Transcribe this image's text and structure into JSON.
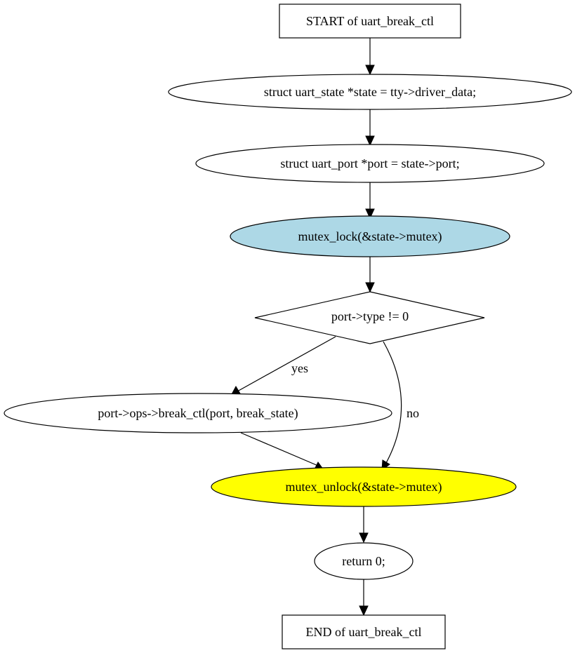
{
  "diagram": {
    "nodes": {
      "start": {
        "label": "START of uart_break_ctl",
        "shape": "box",
        "fill": "#ffffff"
      },
      "state_decl": {
        "label": "struct uart_state *state = tty->driver_data;",
        "shape": "ellipse",
        "fill": "#ffffff"
      },
      "port_decl": {
        "label": "struct uart_port *port = state->port;",
        "shape": "ellipse",
        "fill": "#ffffff"
      },
      "mutex_lock": {
        "label": "mutex_lock(&state->mutex)",
        "shape": "ellipse",
        "fill": "#add8e6"
      },
      "condition": {
        "label": "port->type != 0",
        "shape": "diamond",
        "fill": "#ffffff"
      },
      "break_call": {
        "label": "port->ops->break_ctl(port, break_state)",
        "shape": "ellipse",
        "fill": "#ffffff"
      },
      "mutex_unlock": {
        "label": "mutex_unlock(&state->mutex)",
        "shape": "ellipse",
        "fill": "#ffff00"
      },
      "return_stmt": {
        "label": "return 0;",
        "shape": "ellipse",
        "fill": "#ffffff"
      },
      "end": {
        "label": "END of uart_break_ctl",
        "shape": "box",
        "fill": "#ffffff"
      }
    },
    "edges": {
      "start_to_state": {
        "from": "start",
        "to": "state_decl",
        "label": ""
      },
      "state_to_port": {
        "from": "state_decl",
        "to": "port_decl",
        "label": ""
      },
      "port_to_lock": {
        "from": "port_decl",
        "to": "mutex_lock",
        "label": ""
      },
      "lock_to_cond": {
        "from": "mutex_lock",
        "to": "condition",
        "label": ""
      },
      "cond_yes": {
        "from": "condition",
        "to": "break_call",
        "label": "yes"
      },
      "cond_no": {
        "from": "condition",
        "to": "mutex_unlock",
        "label": "no"
      },
      "break_to_unlock": {
        "from": "break_call",
        "to": "mutex_unlock",
        "label": ""
      },
      "unlock_to_return": {
        "from": "mutex_unlock",
        "to": "return_stmt",
        "label": ""
      },
      "return_to_end": {
        "from": "return_stmt",
        "to": "end",
        "label": ""
      }
    }
  }
}
